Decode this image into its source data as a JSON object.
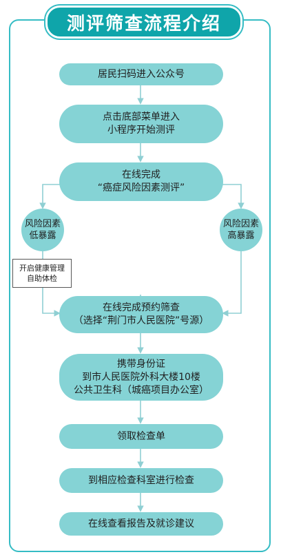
{
  "title": "测评筛查流程介绍",
  "steps": {
    "s1": {
      "line1": "居民扫码进入公众号"
    },
    "s2": {
      "line1": "点击底部菜单进入",
      "line2": "小程序开始测评"
    },
    "s3": {
      "line1": "在线完成",
      "line2": "“癌症风险因素测评”"
    },
    "s4": {
      "line1": "在线完成预约筛查",
      "line2": "（选择“荆门市人民医院”号源）"
    },
    "s5": {
      "line1": "携带身份证",
      "line2": "到市人民医院外科大楼10楼",
      "line3": "公共卫生科（城癌项目办公室）"
    },
    "s6": {
      "line1": "领取检查单"
    },
    "s7": {
      "line1": "到相应检查科室进行检查"
    },
    "s8": {
      "line1": "在线查看报告及就诊建议"
    }
  },
  "branches": {
    "low": {
      "line1": "风险因素",
      "line2": "低暴露"
    },
    "high": {
      "line1": "风险因素",
      "line2": "高暴露"
    },
    "low_note": {
      "line1": "开启健康管理",
      "line2": "自助体检"
    }
  },
  "colors": {
    "accent": "#0fa5aa",
    "step_fill": "#85d3d5",
    "border": "#35bcc4",
    "arrow": "#8fcfd3"
  }
}
